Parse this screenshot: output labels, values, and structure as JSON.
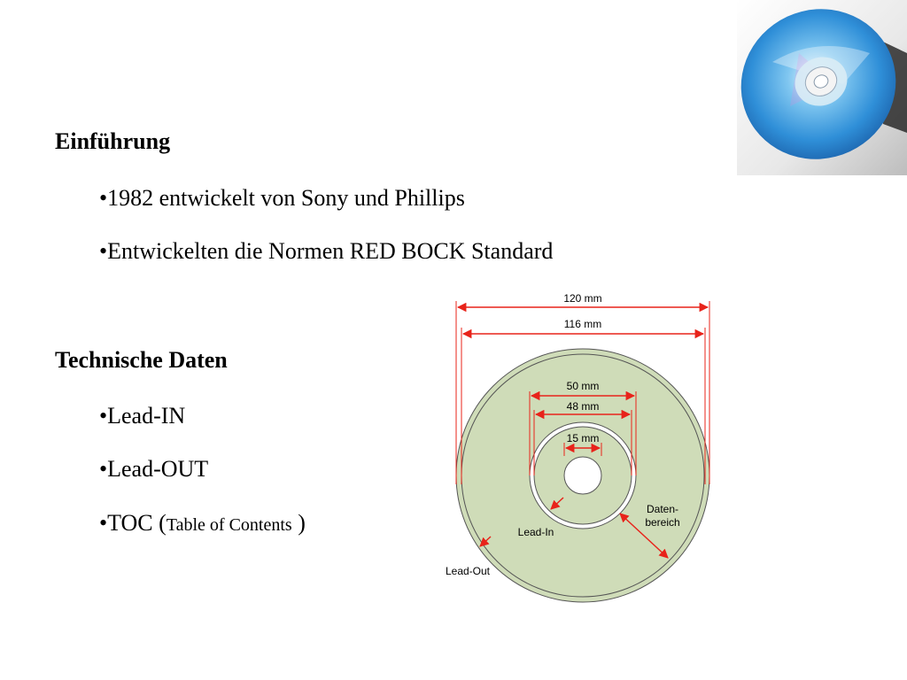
{
  "section1": {
    "heading": "Einführung",
    "bullets": [
      "•1982 entwickelt von Sony und Phillips",
      "•Entwickelten die Normen RED BOCK Standard"
    ]
  },
  "section2": {
    "heading": "Technische Daten",
    "bullets": [
      "•Lead-IN",
      "•Lead-OUT"
    ],
    "toc": {
      "prefix": "•TOC (",
      "small": "Table of Contents",
      "suffix": " )"
    }
  },
  "diagram": {
    "dimensions": [
      "120 mm",
      "116 mm",
      "50 mm",
      "48 mm",
      "15 mm"
    ],
    "labels": {
      "daten_line1": "Daten-",
      "daten_line2": "bereich",
      "lead_in": "Lead-In",
      "lead_out": "Lead-Out"
    },
    "colors": {
      "disc_fill": "#cfdcb8",
      "dimension_lines": "#e8231a",
      "outline": "#555555"
    }
  }
}
